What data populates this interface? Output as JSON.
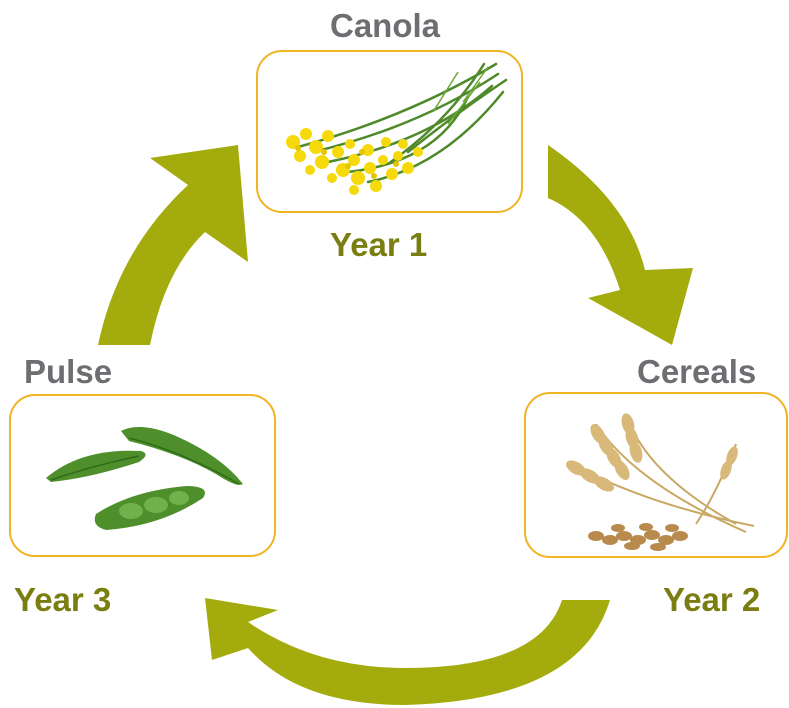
{
  "stages": [
    {
      "crop": "Canola",
      "year": "Year 1",
      "image_icon": "canola-flower-icon"
    },
    {
      "crop": "Cereals",
      "year": "Year 2",
      "image_icon": "wheat-icon"
    },
    {
      "crop": "Pulse",
      "year": "Year 3",
      "image_icon": "pea-pod-icon"
    }
  ],
  "colors": {
    "arrow": "#a4ac0d",
    "frame_border": "#f0b323",
    "crop_text": "#6d6e71",
    "year_text": "#7a7d10"
  }
}
